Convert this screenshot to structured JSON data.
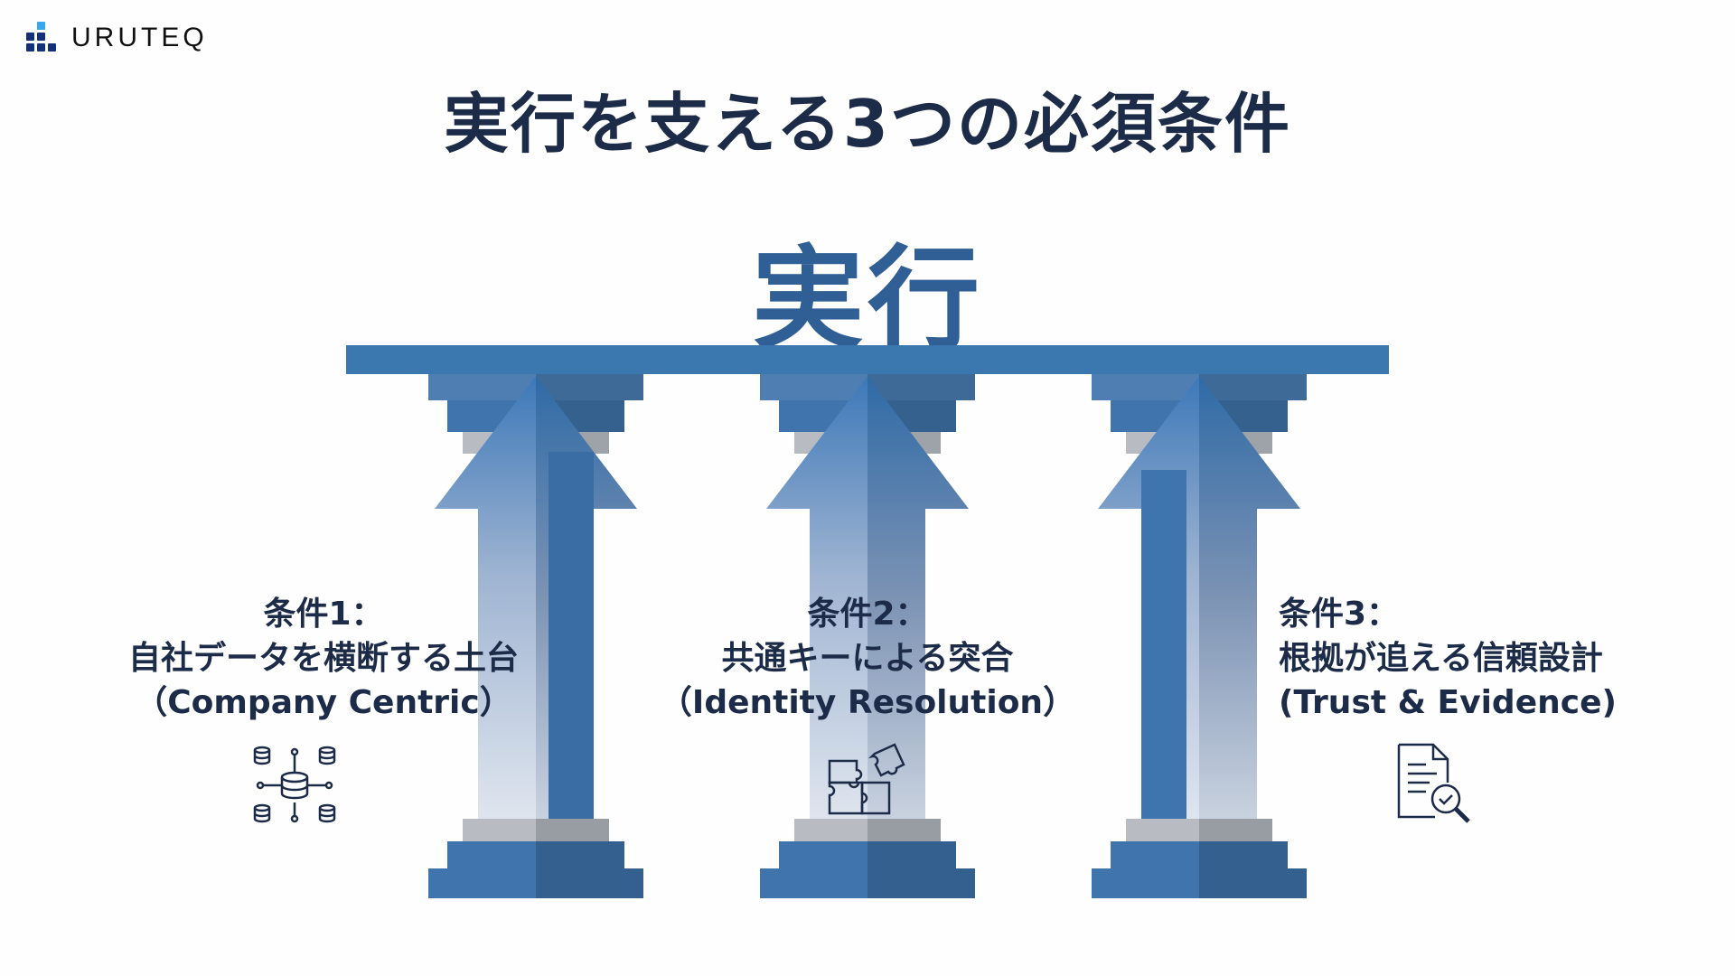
{
  "brand": {
    "name": "URUTEQ",
    "colors": {
      "dark": "#15307a",
      "light": "#3aa6f0"
    }
  },
  "title": "実行を支える3つの必須条件",
  "roof_label": "実行",
  "colors": {
    "accent": "#2f5f94",
    "text": "#1c2b48"
  },
  "conditions": [
    {
      "heading": "条件1：",
      "title": "自社データを横断する土台",
      "subtitle": "（Company Centric）",
      "icon": "database-network-icon"
    },
    {
      "heading": "条件2：",
      "title": "共通キーによる突合",
      "subtitle": "（Identity Resolution）",
      "icon": "puzzle-icon"
    },
    {
      "heading": "条件3：",
      "title": "根拠が追える信頼設計",
      "subtitle": "(Trust & Evidence)",
      "icon": "document-check-icon"
    }
  ]
}
